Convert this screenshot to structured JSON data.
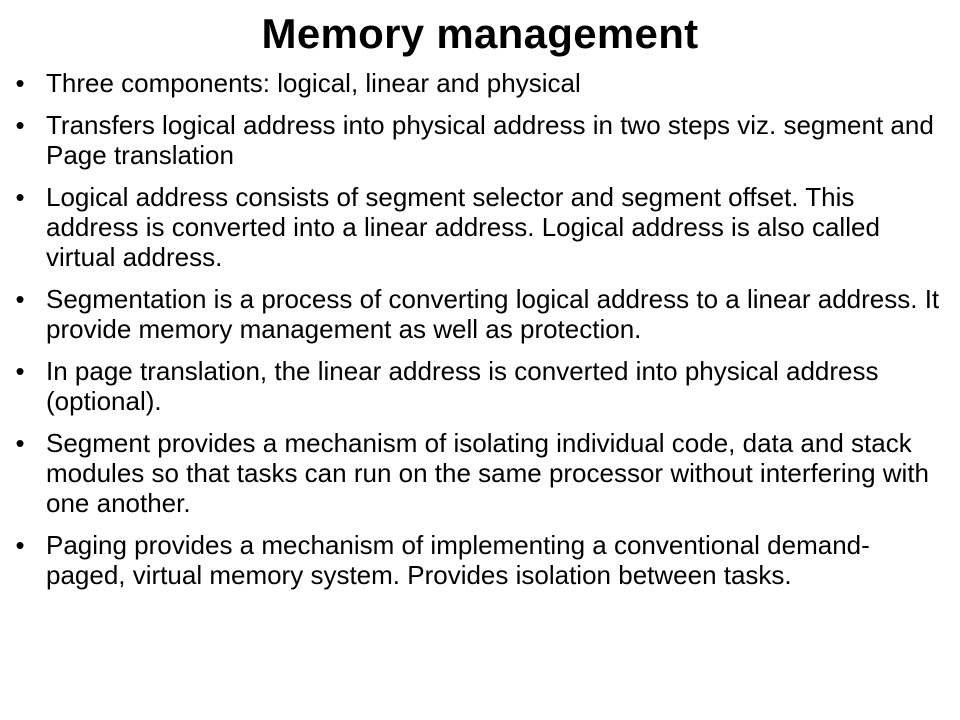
{
  "slide": {
    "title": "Memory management",
    "bullet_symbol": "•",
    "bullets": [
      "Three components: logical, linear and physical",
      "Transfers logical address into physical address in two steps viz. segment and Page translation",
      "Logical address consists of segment selector and segment offset. This address is converted into  a linear address. Logical address is also called virtual address.",
      "Segmentation is a process of converting logical address to a linear address. It provide memory management as well as protection.",
      "In page translation, the linear address is converted into physical  address (optional).",
      "Segment provides a mechanism of isolating individual code, data and stack modules so that tasks can run on the same processor without interfering with one another.",
      "Paging provides a mechanism  of implementing a conventional demand-paged, virtual memory system. Provides isolation between tasks."
    ]
  }
}
